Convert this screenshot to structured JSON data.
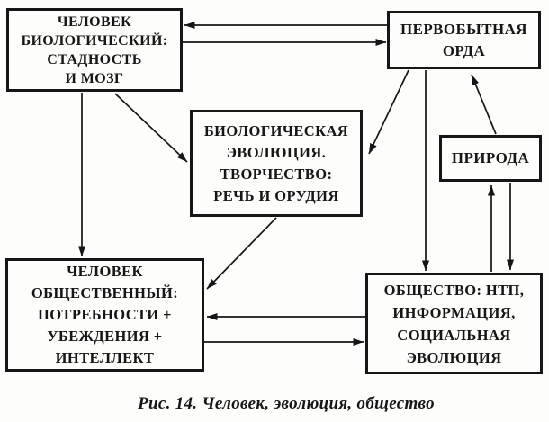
{
  "figure": {
    "caption": "Рис. 14. Человек, эволюция, общество",
    "colors": {
      "ink": "#161616",
      "paper": "#fdfdfb"
    },
    "boxes": {
      "human_biological": {
        "label": "ЧЕЛОВЕК\nБИОЛОГИЧЕСКИЙ:\nСТАДНОСТЬ\nИ МОЗГ"
      },
      "primitive_horde": {
        "label": "ПЕРВОБЫТНАЯ\nОРДА"
      },
      "biological_evolution": {
        "label": "БИОЛОГИЧЕСКАЯ\nЭВОЛЮЦИЯ.\nТВОРЧЕСТВО:\nРЕЧЬ И ОРУДИЯ"
      },
      "nature": {
        "label": "ПРИРОДА"
      },
      "human_social": {
        "label": "ЧЕЛОВЕК\nОБЩЕСТВЕННЫЙ:\nПОТРЕБНОСТИ +\nУБЕЖДЕНИЯ +\nИНТЕЛЛЕКТ"
      },
      "society": {
        "label": "ОБЩЕСТВО: НТП,\nИНФОРМАЦИЯ,\nСОЦИАЛЬНАЯ\nЭВОЛЮЦИЯ"
      }
    },
    "connections": [
      {
        "from": "primitive_horde",
        "to": "human_biological"
      },
      {
        "from": "human_biological",
        "to": "primitive_horde"
      },
      {
        "from": "human_biological",
        "to": "biological_evolution"
      },
      {
        "from": "primitive_horde",
        "to": "biological_evolution"
      },
      {
        "from": "human_biological",
        "to": "human_social"
      },
      {
        "from": "biological_evolution",
        "to": "human_social"
      },
      {
        "from": "society",
        "to": "human_social"
      },
      {
        "from": "human_social",
        "to": "society"
      },
      {
        "from": "primitive_horde",
        "to": "society"
      },
      {
        "from": "nature",
        "to": "primitive_horde"
      },
      {
        "from": "society",
        "to": "nature"
      },
      {
        "from": "nature",
        "to": "society"
      }
    ]
  }
}
